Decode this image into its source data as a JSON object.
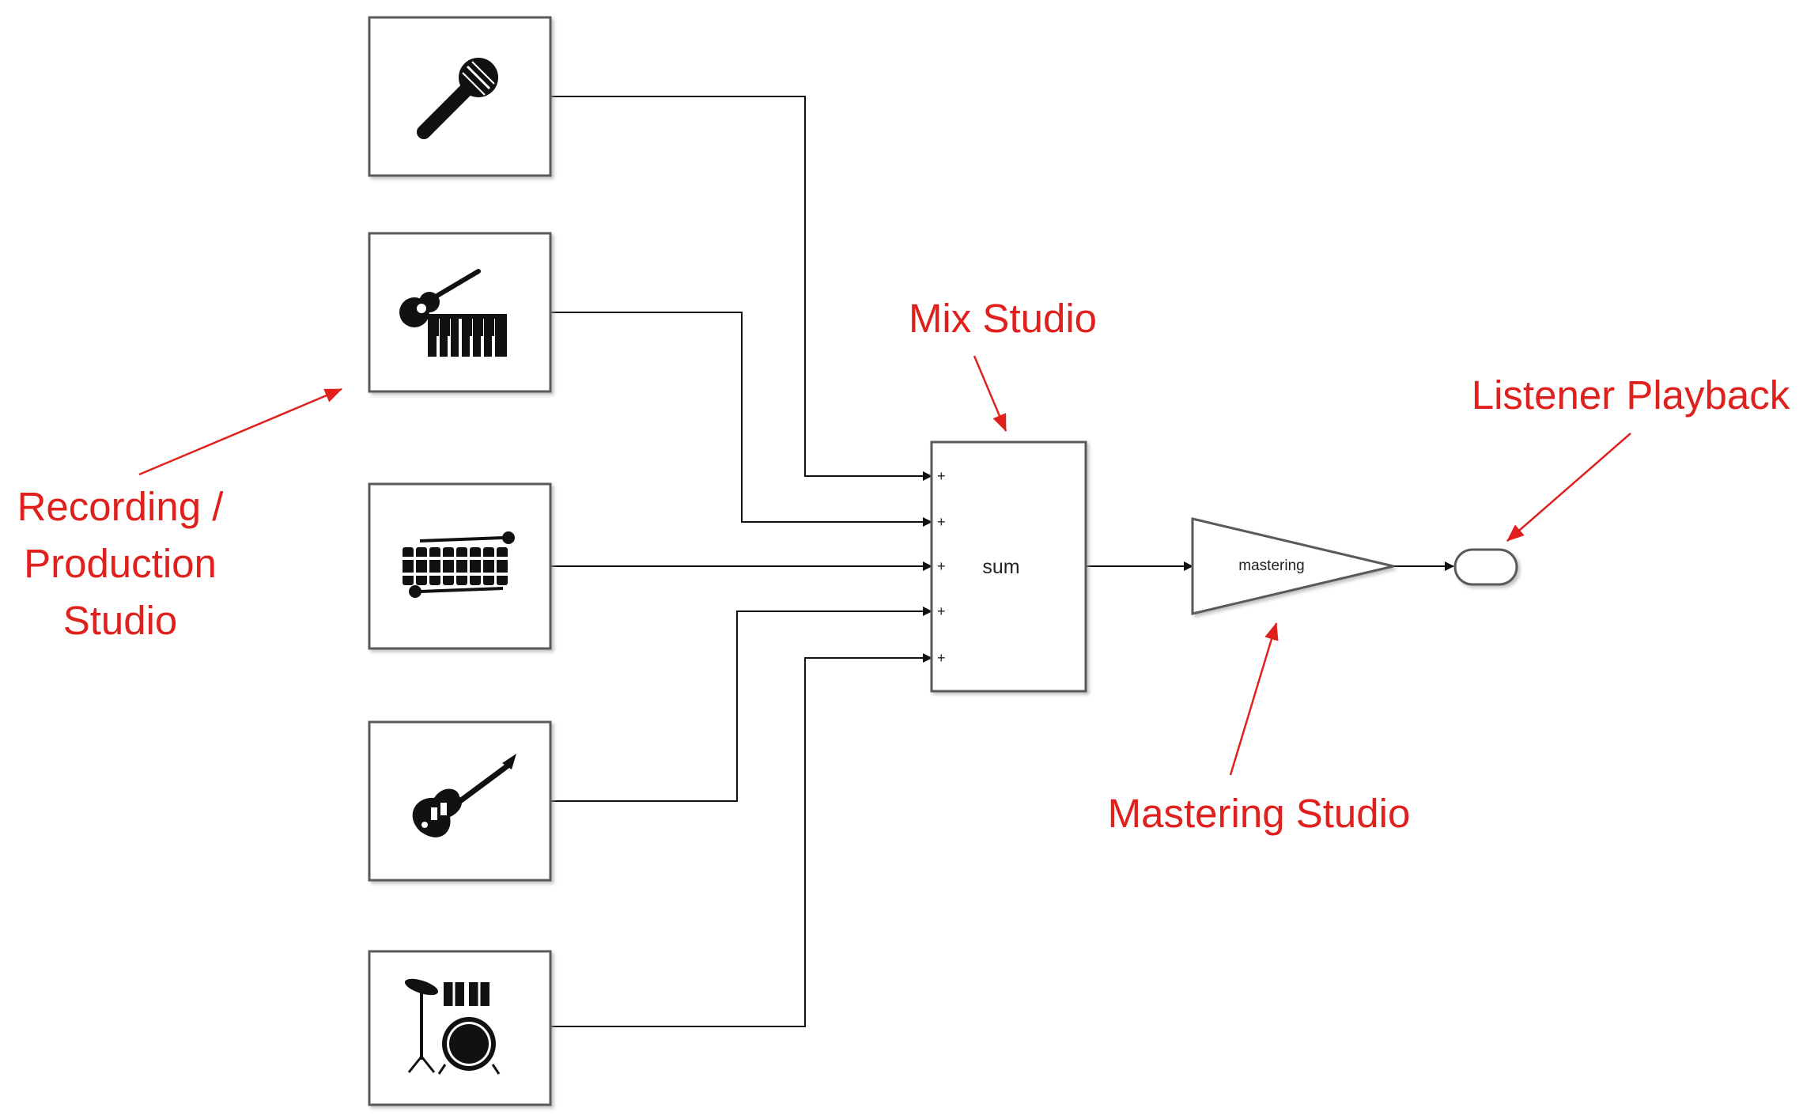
{
  "annotations": {
    "recording_line1": "Recording /",
    "recording_line2": "Production",
    "recording_line3": "Studio",
    "mix": "Mix Studio",
    "mastering": "Mastering Studio",
    "listener": "Listener Playback"
  },
  "blocks": {
    "sum_label": "sum",
    "mastering_label": "mastering",
    "sum_input_sign": "+"
  },
  "sources": [
    {
      "icon": "microphone-icon"
    },
    {
      "icon": "guitar-keyboard-icon"
    },
    {
      "icon": "xylophone-icon"
    },
    {
      "icon": "electric-guitar-icon"
    },
    {
      "icon": "drum-kit-icon"
    }
  ],
  "colors": {
    "annotation": "#e0201c",
    "wire": "#111111",
    "block_border": "#5a5a5a"
  }
}
